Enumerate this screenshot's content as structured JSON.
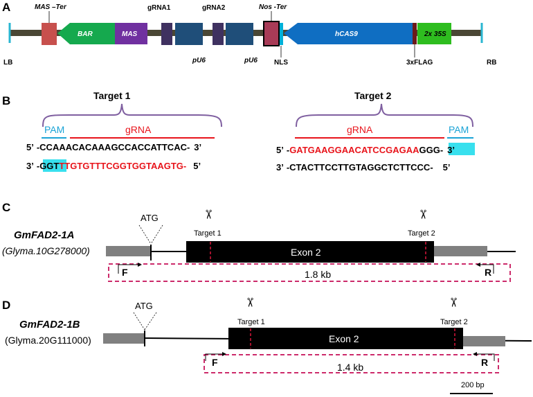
{
  "panelA": {
    "letter": "A",
    "labels": {
      "mas_ter": "MAS –Ter",
      "bar": "BAR",
      "mas": "MAS",
      "grna1": "gRNA1",
      "grna2": "gRNA2",
      "pu6_1": "pU6",
      "pu6_2": "pU6",
      "nos_ter": "Nos -Ter",
      "hcas9": "hCAS9",
      "promoter_35s": "2x 35S",
      "lb": "LB",
      "nls": "NLS",
      "flag": "3xFLAG",
      "rb": "RB"
    },
    "colors": {
      "backbone": "#4a4735",
      "mas_ter": "#c7504d",
      "bar": "#15a94e",
      "mas": "#7030a0",
      "grna": "#3f3160",
      "pu6": "#1f4e79",
      "nos_ter": "#a83b57",
      "nls": "#00b0d8",
      "hcas9": "#0f6ec2",
      "flag": "#6b1a1a",
      "promoter_35s": "#2ebd1f",
      "border_cyan": "#29b6d1"
    }
  },
  "panelB": {
    "letter": "B",
    "target1": {
      "title": "Target 1",
      "pam": "PAM",
      "grna": "gRNA",
      "top": {
        "end5": "5’",
        "seq": "-CCAAACACAAAGCCACCATTCAC-",
        "end3": "3’"
      },
      "bottom": {
        "end3": "3’",
        "dash": "-",
        "pam": "GGT",
        "grna": "TTGTGTTTCGGTGGTAAGTG-",
        "end5": "5’"
      }
    },
    "target2": {
      "title": "Target 2",
      "pam": "PAM",
      "grna": "gRNA",
      "top": {
        "end5": "5’",
        "dash": "-",
        "grna": "GATGAAGGAACATCCGAGAA",
        "pam": "GGG",
        "dash2": "-",
        "end3": "3’"
      },
      "bottom": {
        "end3": "3’",
        "seq": "-CTACTTCCTTGTAGGCTCTTCCC-",
        "end5": "5’"
      }
    },
    "colors": {
      "bracket": "#7f5fa0",
      "pam": "#1aa3d6",
      "grna": "#e8141b",
      "pam_highlight": "#38e0ee"
    }
  },
  "panelC": {
    "letter": "C",
    "gene": "GmFAD2-1A",
    "gene_id": "(Glyma.10G278000)",
    "atg": "ATG",
    "exon": "Exon 2",
    "target1": "Target 1",
    "target2": "Target 2",
    "primer_f": "F",
    "primer_r": "R",
    "amplicon": "1.8 kb"
  },
  "panelD": {
    "letter": "D",
    "gene": "GmFAD2-1B",
    "gene_id": "(Glyma.20G111000)",
    "atg": "ATG",
    "exon": "Exon 2",
    "target1": "Target 1",
    "target2": "Target 2",
    "primer_f": "F",
    "primer_r": "R",
    "amplicon": "1.4 kb",
    "scale_bar": "200 bp"
  },
  "icons": {
    "scissors": "✂"
  },
  "colors": {
    "utr": "#808080",
    "exon": "#000000",
    "cut_line": "#d9163a",
    "amplicon_box": "#cc2a6a"
  }
}
